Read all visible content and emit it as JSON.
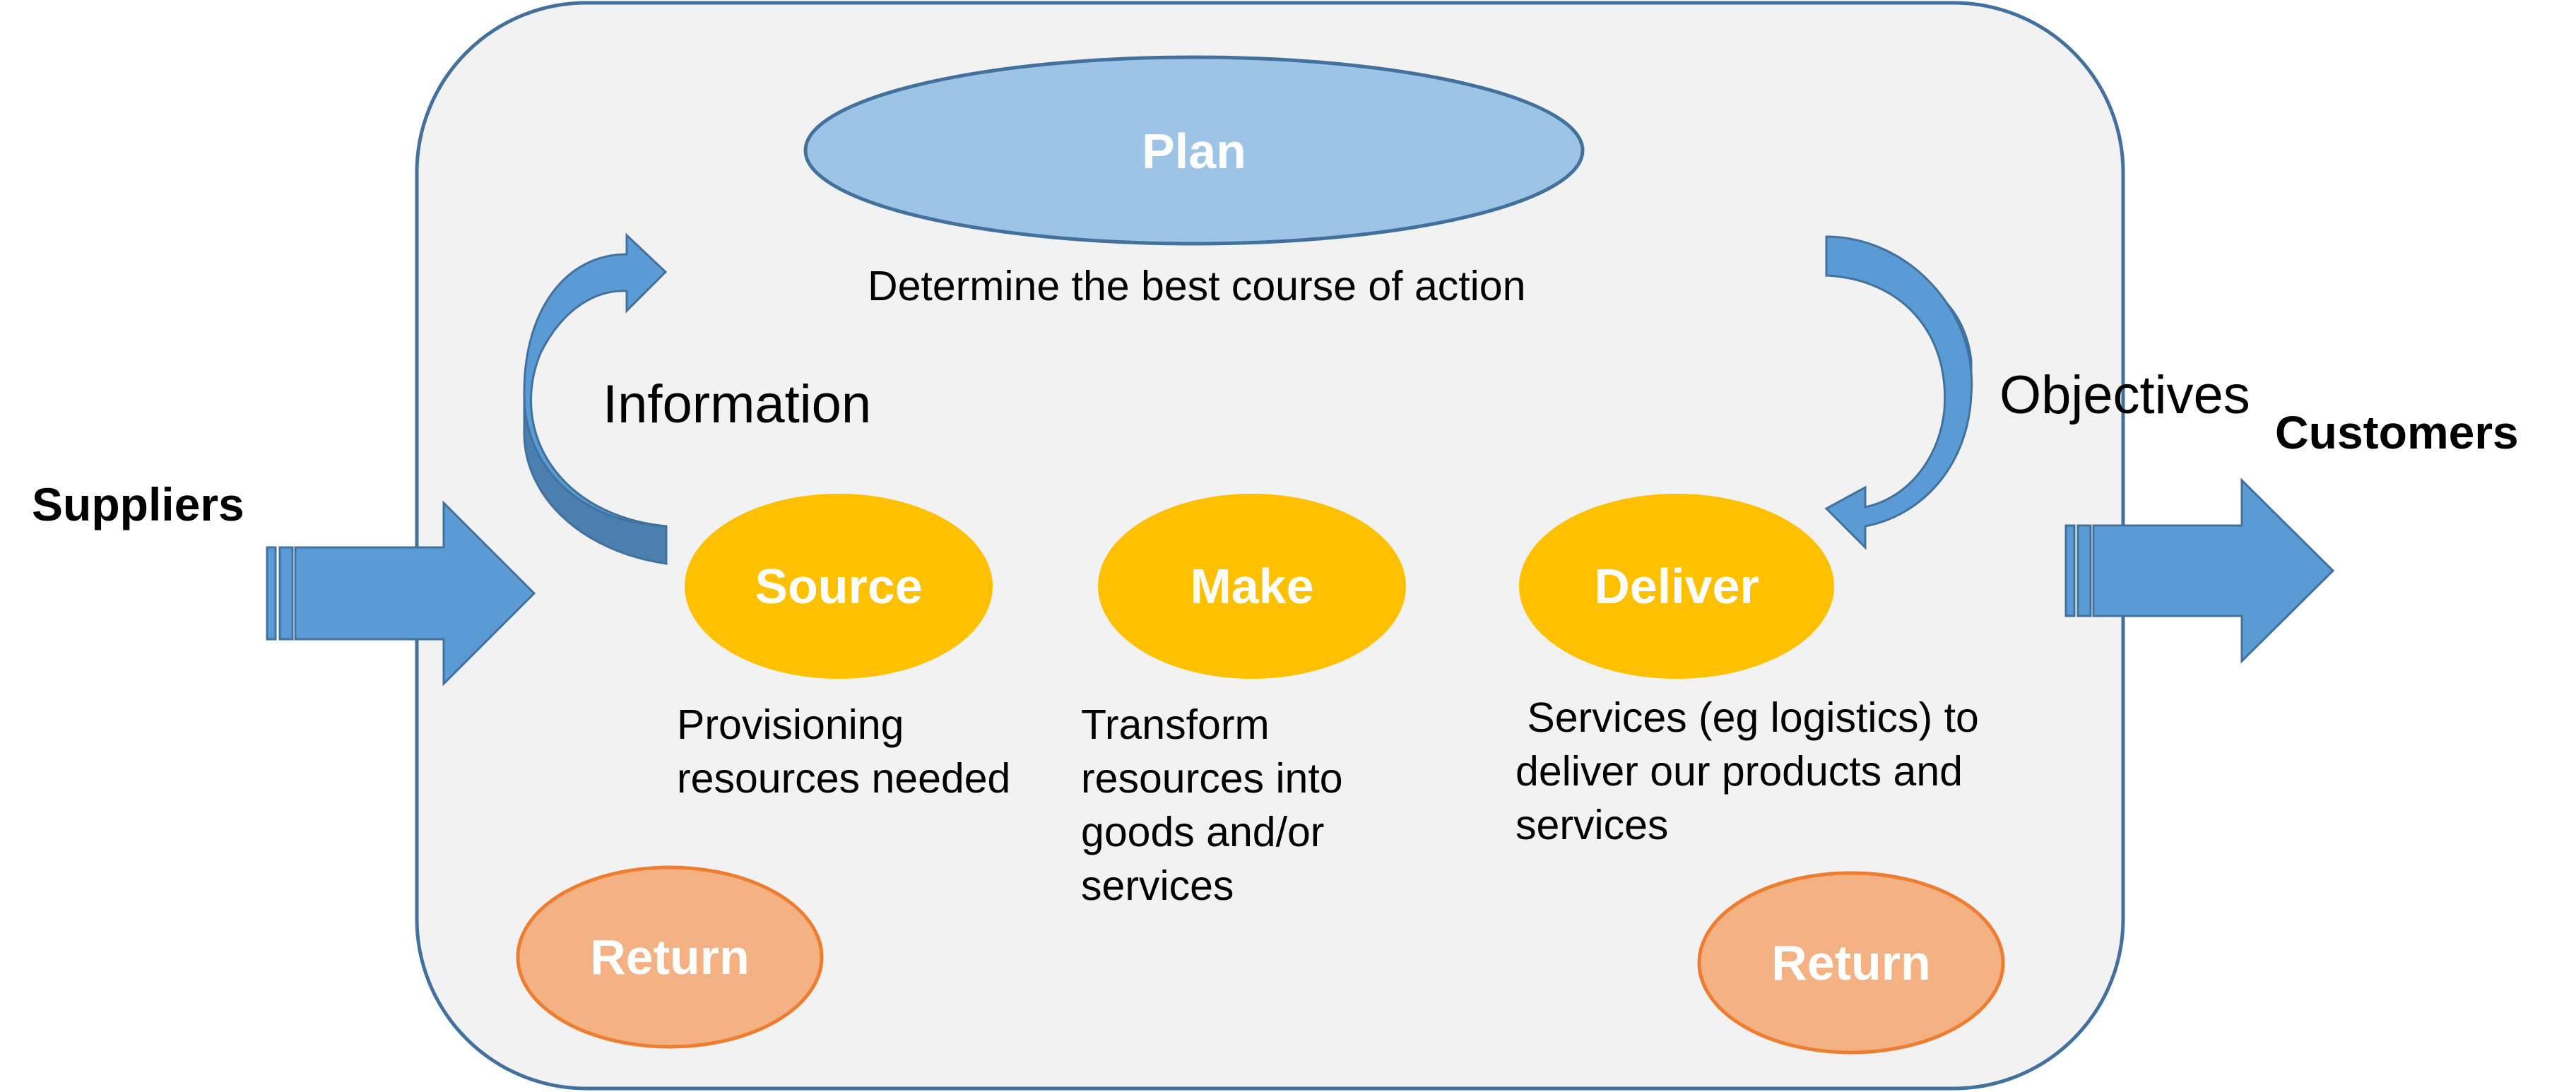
{
  "nodes": {
    "plan": "Plan",
    "source": "Source",
    "make": "Make",
    "deliver": "Deliver",
    "return_left": "Return",
    "return_right": "Return"
  },
  "descriptions": {
    "plan": "Determine the best course of action",
    "source": [
      "Provisioning",
      "resources needed"
    ],
    "make": [
      "Transform",
      "resources into",
      "goods and/or",
      "services"
    ],
    "deliver": [
      " Services (eg logistics) to",
      "deliver our products and",
      "services"
    ]
  },
  "flows": {
    "information": "Information",
    "objectives": "Objectives"
  },
  "parties": {
    "suppliers": "Suppliers",
    "customers": "Customers"
  },
  "colors": {
    "panel_fill": "#f2f2f2",
    "panel_stroke": "#41719c",
    "plan_fill": "#9dc3e6",
    "plan_stroke": "#41719c",
    "process_fill": "#ffc000",
    "return_fill": "#f4b183",
    "return_stroke": "#ed7d31",
    "arrow_fill": "#5b9bd5",
    "arrow_dark": "#4a7fb0",
    "arrow_stroke": "#41719c"
  }
}
